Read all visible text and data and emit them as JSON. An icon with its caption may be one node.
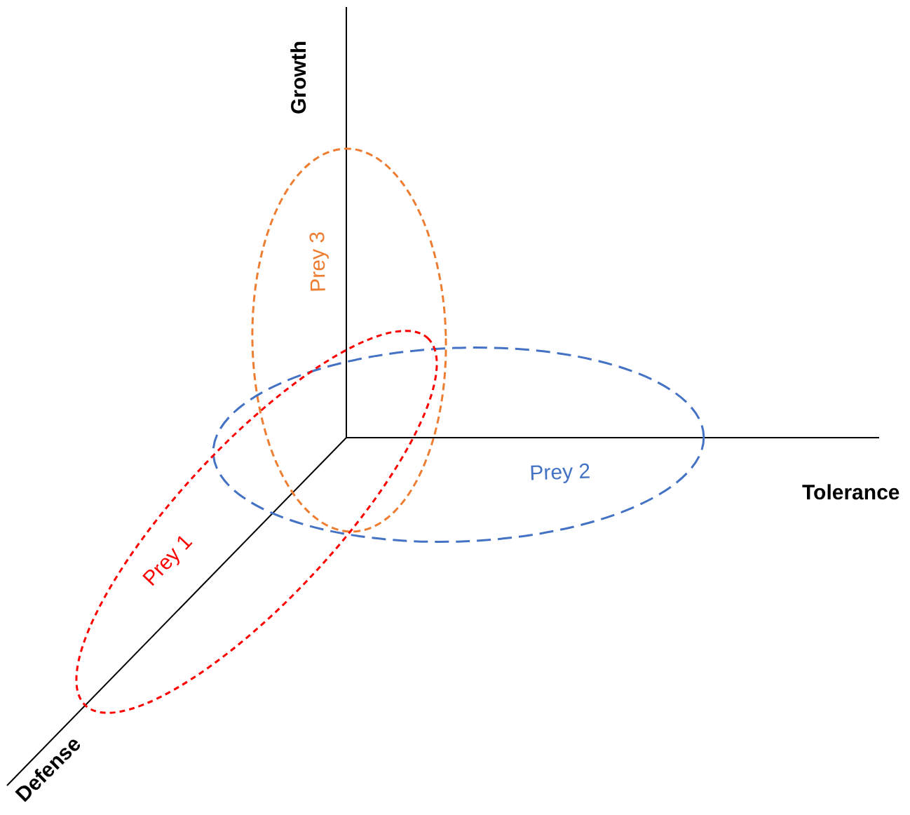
{
  "diagram": {
    "nodes": [
      {
        "text": [
          "Prey 3"
        ]
      },
      {
        "text": [
          "Prey 2"
        ]
      },
      {
        "text": [
          "Prey 1"
        ]
      }
    ],
    "labels": [
      "Growth",
      "Tolerance",
      "Defense"
    ]
  }
}
